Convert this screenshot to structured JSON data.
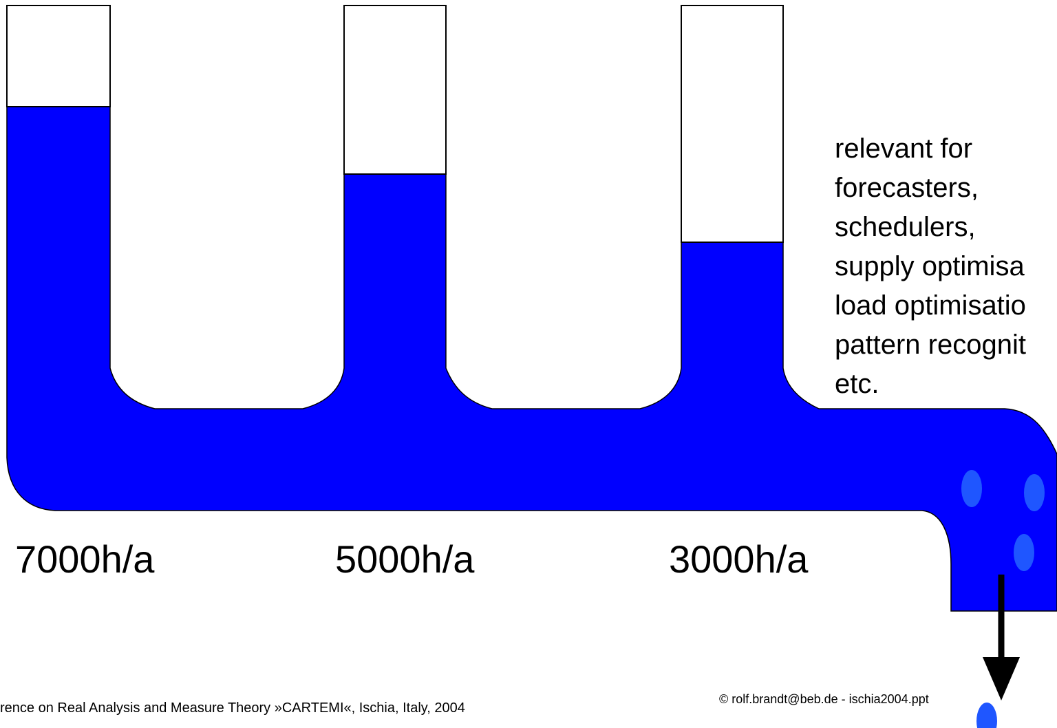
{
  "diagram": {
    "columns": [
      {
        "label": "7000h/a",
        "fill_fraction": 0.735
      },
      {
        "label": "5000h/a",
        "fill_fraction": 0.585
      },
      {
        "label": "3000h/a",
        "fill_fraction": 0.435
      }
    ],
    "relevance_text": [
      "relevant for",
      "forecasters,",
      "schedulers,",
      "supply optimisa",
      "load optimisatio",
      "pattern recognit",
      "etc."
    ],
    "colors": {
      "fluid": "#0000ff",
      "drops": "#1f56ff",
      "outline": "#000000",
      "arrow": "#000000"
    }
  },
  "footer": {
    "conference": "rence on Real Analysis and Measure Theory »CARTEMI«, Ischia, Italy, 2004",
    "copyright": "© rolf.brandt@beb.de - ischia2004.ppt"
  }
}
